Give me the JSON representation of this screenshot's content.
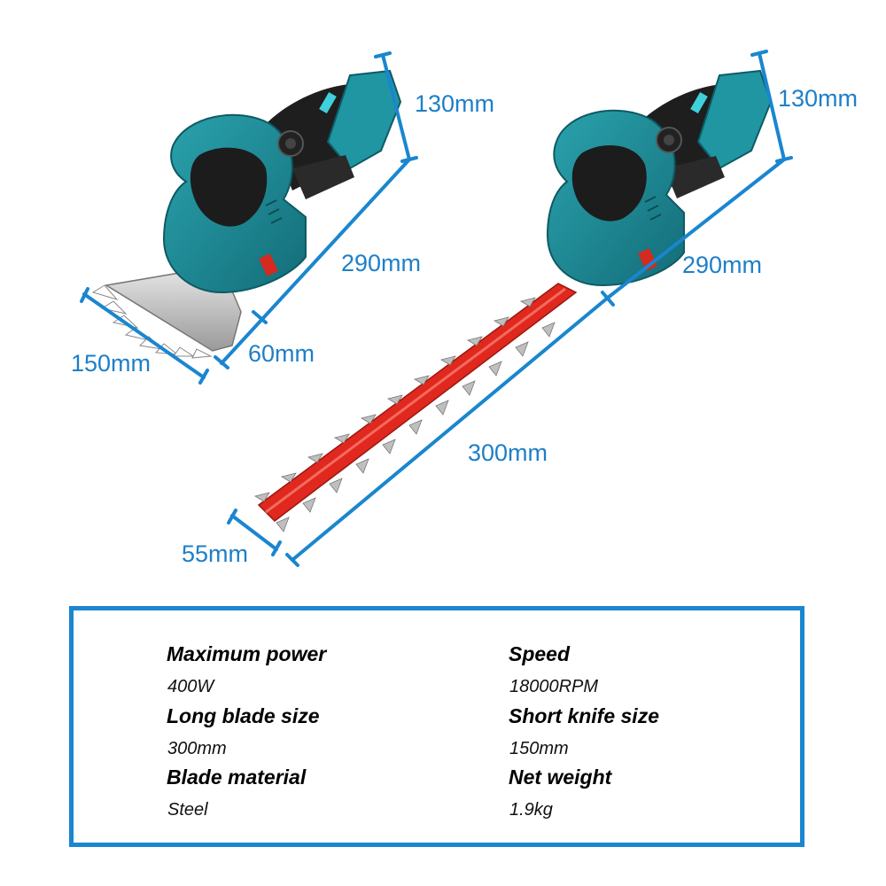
{
  "dimensions": {
    "left_height": "130mm",
    "left_length": "290mm",
    "left_blade_depth": "60mm",
    "left_blade_width": "150mm",
    "right_height": "130mm",
    "right_length": "290mm",
    "right_blade_length": "300mm",
    "right_blade_width": "55mm"
  },
  "specs": {
    "max_power_label": "Maximum power",
    "max_power_value": "400W",
    "speed_label": "Speed",
    "speed_value": "18000RPM",
    "long_blade_label": "Long blade size",
    "long_blade_value": "300mm",
    "short_knife_label": "Short knife size",
    "short_knife_value": "150mm",
    "material_label": "Blade material",
    "material_value": "Steel",
    "weight_label": "Net weight",
    "weight_value": "1.9kg"
  },
  "colors": {
    "dimension_line": "#1a86cf",
    "tool_body": "#1b8a96",
    "tool_dark": "#1c1c1c",
    "long_blade": "#e0281e",
    "short_blade": "#b8b8b8"
  },
  "icons": {
    "left_tool": "grass-shear-icon",
    "right_tool": "hedge-trimmer-icon"
  }
}
